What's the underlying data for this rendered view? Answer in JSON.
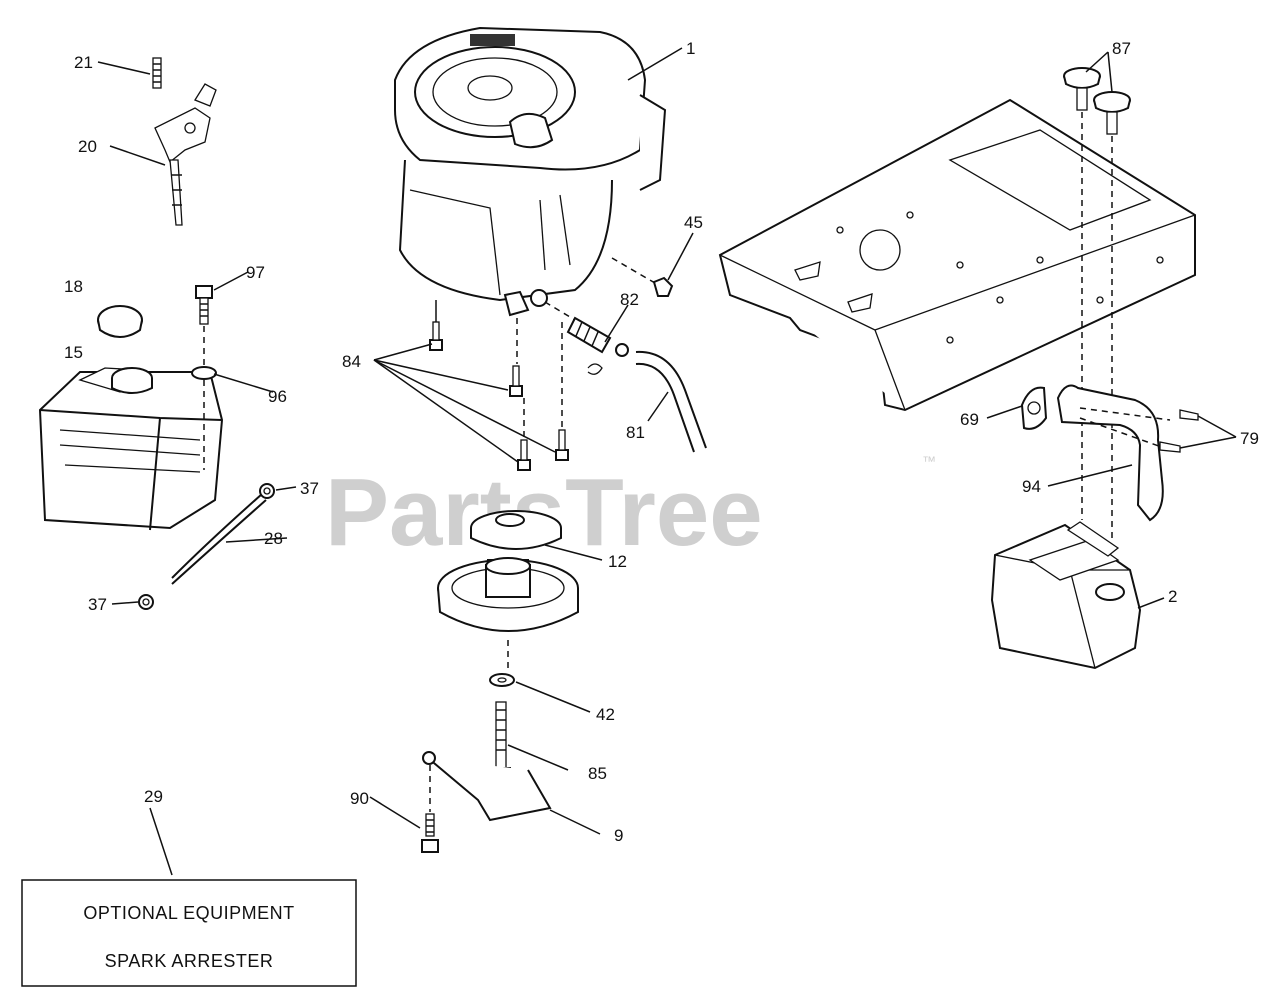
{
  "colors": {
    "watermark": "#cfcfcf",
    "ink": "#111111",
    "background": "#ffffff"
  },
  "watermark": {
    "brand": "PartsTree",
    "trademark": "™"
  },
  "callouts": [
    {
      "id": "1",
      "text": "1"
    },
    {
      "id": "2",
      "text": "2"
    },
    {
      "id": "9",
      "text": "9"
    },
    {
      "id": "12",
      "text": "12"
    },
    {
      "id": "15",
      "text": "15"
    },
    {
      "id": "18",
      "text": "18"
    },
    {
      "id": "20",
      "text": "20"
    },
    {
      "id": "21",
      "text": "21"
    },
    {
      "id": "28",
      "text": "28"
    },
    {
      "id": "29",
      "text": "29"
    },
    {
      "id": "37a",
      "text": "37"
    },
    {
      "id": "37b",
      "text": "37"
    },
    {
      "id": "42",
      "text": "42"
    },
    {
      "id": "45",
      "text": "45"
    },
    {
      "id": "69",
      "text": "69"
    },
    {
      "id": "79",
      "text": "79"
    },
    {
      "id": "81",
      "text": "81"
    },
    {
      "id": "82",
      "text": "82"
    },
    {
      "id": "84",
      "text": "84"
    },
    {
      "id": "85",
      "text": "85"
    },
    {
      "id": "87",
      "text": "87"
    },
    {
      "id": "90",
      "text": "90"
    },
    {
      "id": "94",
      "text": "94"
    },
    {
      "id": "96",
      "text": "96"
    },
    {
      "id": "97",
      "text": "97"
    }
  ],
  "note_box": {
    "line1": "OPTIONAL EQUIPMENT",
    "line2": "SPARK ARRESTER"
  }
}
